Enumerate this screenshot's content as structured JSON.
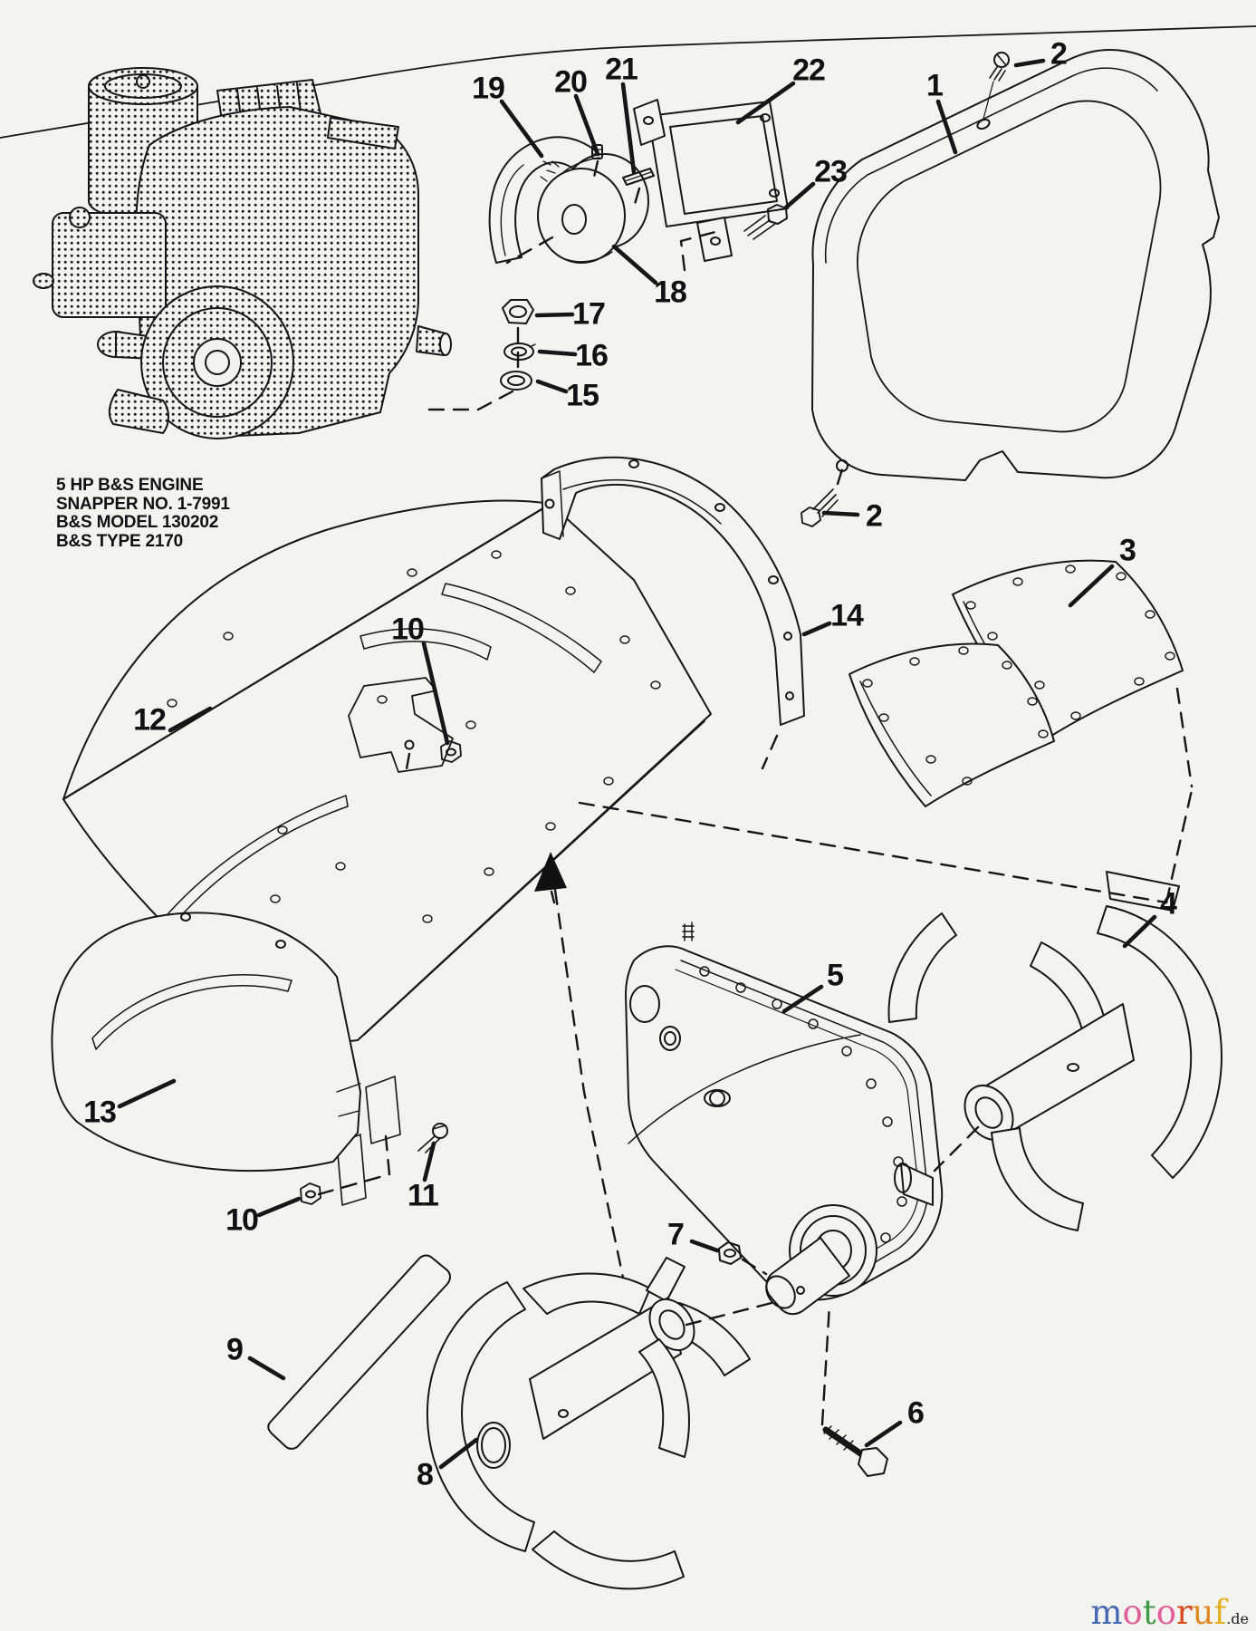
{
  "diagram": {
    "background": "#f3f3ef",
    "line_color": "#161616",
    "engine_caption": {
      "line1": "5 HP B&S ENGINE",
      "line2": "SNAPPER NO. 1-7991",
      "line3": "B&S MODEL 130202",
      "line4": "B&S TYPE 2170"
    },
    "callouts": [
      {
        "label": "19"
      },
      {
        "label": "20"
      },
      {
        "label": "21"
      },
      {
        "label": "22"
      },
      {
        "label": "2"
      },
      {
        "label": "1"
      },
      {
        "label": "23"
      },
      {
        "label": "18"
      },
      {
        "label": "17"
      },
      {
        "label": "16"
      },
      {
        "label": "15"
      },
      {
        "label": "2"
      },
      {
        "label": "14"
      },
      {
        "label": "3"
      },
      {
        "label": "10"
      },
      {
        "label": "12"
      },
      {
        "label": "13"
      },
      {
        "label": "11"
      },
      {
        "label": "10"
      },
      {
        "label": "9"
      },
      {
        "label": "8"
      },
      {
        "label": "7"
      },
      {
        "label": "5"
      },
      {
        "label": "4"
      },
      {
        "label": "6"
      }
    ]
  },
  "logo": {
    "letters": [
      {
        "ch": "m",
        "color": "#4468b1"
      },
      {
        "ch": "o",
        "color": "#e0609e"
      },
      {
        "ch": "t",
        "color": "#3f9b47"
      },
      {
        "ch": "o",
        "color": "#e0609e"
      },
      {
        "ch": "r",
        "color": "#d94a1e"
      },
      {
        "ch": "u",
        "color": "#e08b28"
      },
      {
        "ch": "f",
        "color": "#e5b01f"
      }
    ],
    "suffix": ".de"
  }
}
